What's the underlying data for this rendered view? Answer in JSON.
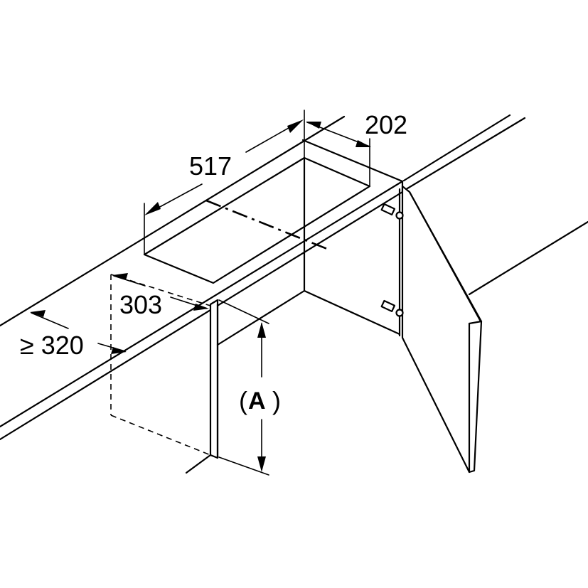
{
  "dimensions": {
    "cutout_length": "517",
    "cutout_width": "202",
    "front_offset": "303",
    "min_depth": "≥ 320",
    "height_label_open": "(",
    "height_label_letter": "A",
    "height_label_close": ")"
  }
}
